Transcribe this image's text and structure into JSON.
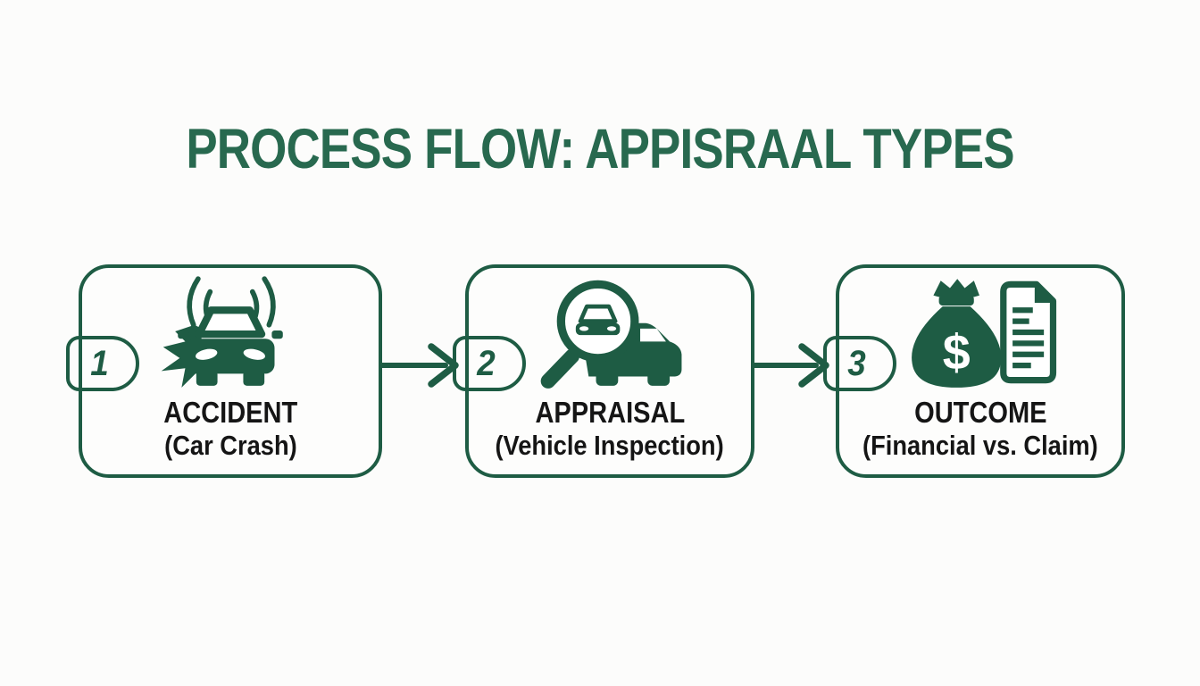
{
  "title": "PROCESS FLOW: APPISRAAL TYPES",
  "colors": {
    "outline_green": "#1e5c44",
    "title_green": "#28694f",
    "label_black": "#151515",
    "background": "#fcfcfb"
  },
  "steps": [
    {
      "number": "1",
      "label": "ACCIDENT",
      "sublabel": "(Car Crash)",
      "icon": "car-crash-icon"
    },
    {
      "number": "2",
      "label": "APPRAISAL",
      "sublabel": "(Vehicle Inspection)",
      "icon": "car-inspection-magnifier-icon"
    },
    {
      "number": "3",
      "label": "OUTCOME",
      "sublabel": "(Financial vs. Claim)",
      "icon": "money-bag-and-document-icon"
    }
  ],
  "arrows": [
    {
      "type": "right-arrow",
      "from": "step-1",
      "to": "step-2"
    },
    {
      "type": "right-arrow",
      "from": "step-2",
      "to": "step-3"
    }
  ]
}
